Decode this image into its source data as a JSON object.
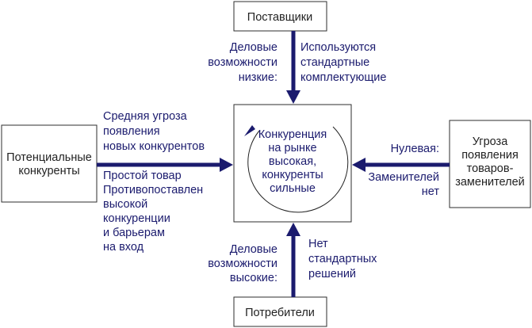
{
  "suppliers": "Поставщики",
  "consumers": "Потребители",
  "potential": [
    "Потенциальные",
    "конкуренты"
  ],
  "substitutes": [
    "Угроза",
    "появления",
    "товаров-",
    "заменителей"
  ],
  "center": [
    "Конкуренция",
    "на рынке",
    "высокая,",
    "конкуренты",
    "сильные"
  ],
  "top_left": [
    "Деловые",
    "возможности",
    "низкие:"
  ],
  "top_right": [
    "Используются",
    "стандартные",
    "комплектующие"
  ],
  "left_upper": [
    "Средняя угроза",
    "появления",
    "новых конкурентов"
  ],
  "left_lower": [
    "Простой товар",
    "Противопоставлен",
    "высокой",
    "конкуренции",
    "и барьерам",
    "на вход"
  ],
  "right_upper": "Нулевая:",
  "right_lower": [
    "Заменителей",
    "нет"
  ],
  "bottom_left": [
    "Деловые",
    "возможности",
    "высокие:"
  ],
  "bottom_right": [
    "Нет",
    "стандартных",
    "решений"
  ]
}
